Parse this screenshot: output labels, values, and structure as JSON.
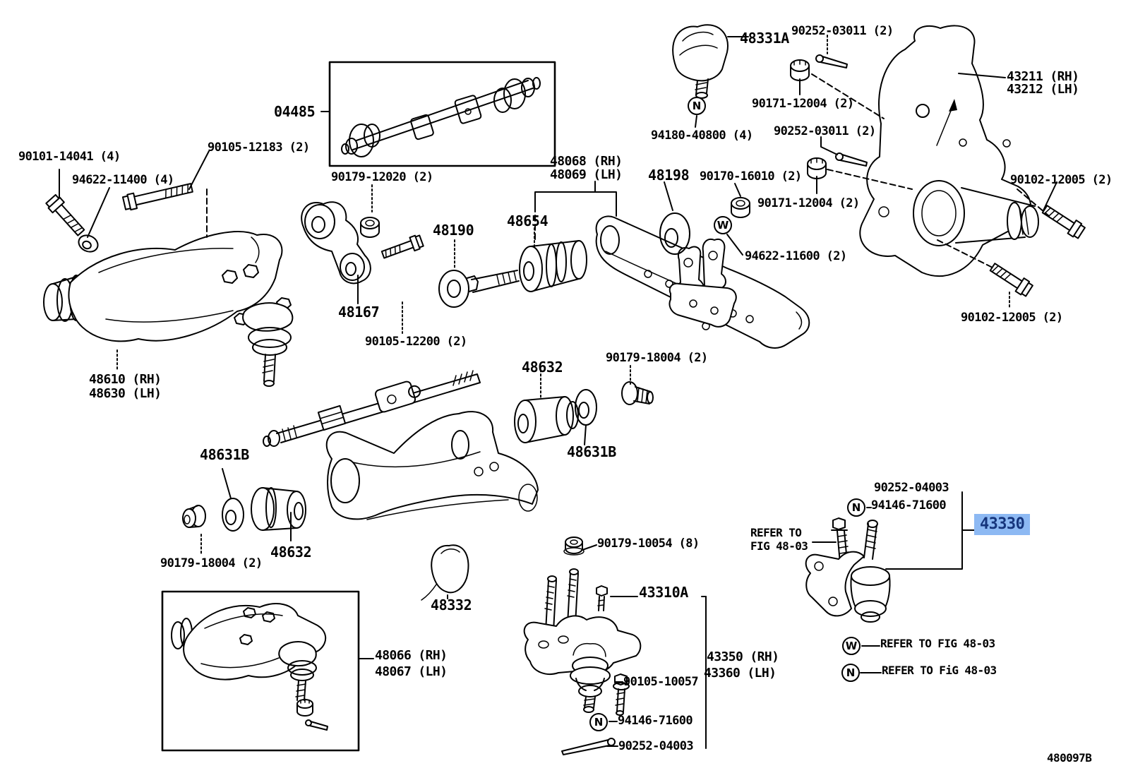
{
  "diagram": {
    "code": "480097B",
    "background": "#ffffff",
    "line_color": "#000000",
    "highlight_bg": "#8db9f3",
    "highlight_text": "#16357c"
  },
  "labels": [
    {
      "text": "90101-14041 (4)"
    },
    {
      "text": "94622-11400 (4)"
    },
    {
      "text": "90105-12183 (2)"
    },
    {
      "text": "04485"
    },
    {
      "text": "90179-12020 (2)"
    },
    {
      "text": "48068 (RH)"
    },
    {
      "text": "48069 (LH)"
    },
    {
      "text": "48198"
    },
    {
      "text": "90170-16010 (2)"
    },
    {
      "text": "48331A"
    },
    {
      "text": "90252-03011 (2)"
    },
    {
      "text": "90171-12004 (2)"
    },
    {
      "text": "94180-40800 (4)"
    },
    {
      "text": "90252-03011 (2)"
    },
    {
      "text": "90171-12004 (2)"
    },
    {
      "text": "43211 (RH)"
    },
    {
      "text": "43212 (LH)"
    },
    {
      "text": "90102-12005 (2)"
    },
    {
      "text": "94622-11600 (2)"
    },
    {
      "text": "90102-12005 (2)"
    },
    {
      "text": "48610 (RH)"
    },
    {
      "text": "48630 (LH)"
    },
    {
      "text": "48167"
    },
    {
      "text": "90105-12200 (2)"
    },
    {
      "text": "48190"
    },
    {
      "text": "48654"
    },
    {
      "text": "48632"
    },
    {
      "text": "90179-18004 (2)"
    },
    {
      "text": "48631B"
    },
    {
      "text": "48631B"
    },
    {
      "text": "48632"
    },
    {
      "text": "90179-18004 (2)"
    },
    {
      "text": "48066 (RH)"
    },
    {
      "text": "48067 (LH)"
    },
    {
      "text": "48332"
    },
    {
      "text": "90179-10054 (8)"
    },
    {
      "text": "43310A"
    },
    {
      "text": "90105-10057"
    },
    {
      "text": "43350 (RH)"
    },
    {
      "text": "43360 (LH)"
    },
    {
      "text": "94146-71600"
    },
    {
      "text": "90252-04003"
    },
    {
      "text": "REFER TO"
    },
    {
      "text": "FIG 48-03"
    },
    {
      "text": "90252-04003"
    },
    {
      "text": "94146-71600"
    },
    {
      "text": "43330"
    },
    {
      "text": "REFER TO FIG 48-03"
    },
    {
      "text": "REFER TO FiG 48-03"
    },
    {
      "text": "480097B"
    }
  ],
  "symbols": [
    {
      "letter": "N"
    },
    {
      "letter": "W"
    },
    {
      "letter": "N"
    },
    {
      "letter": "W"
    },
    {
      "letter": "N"
    },
    {
      "letter": "N"
    }
  ]
}
